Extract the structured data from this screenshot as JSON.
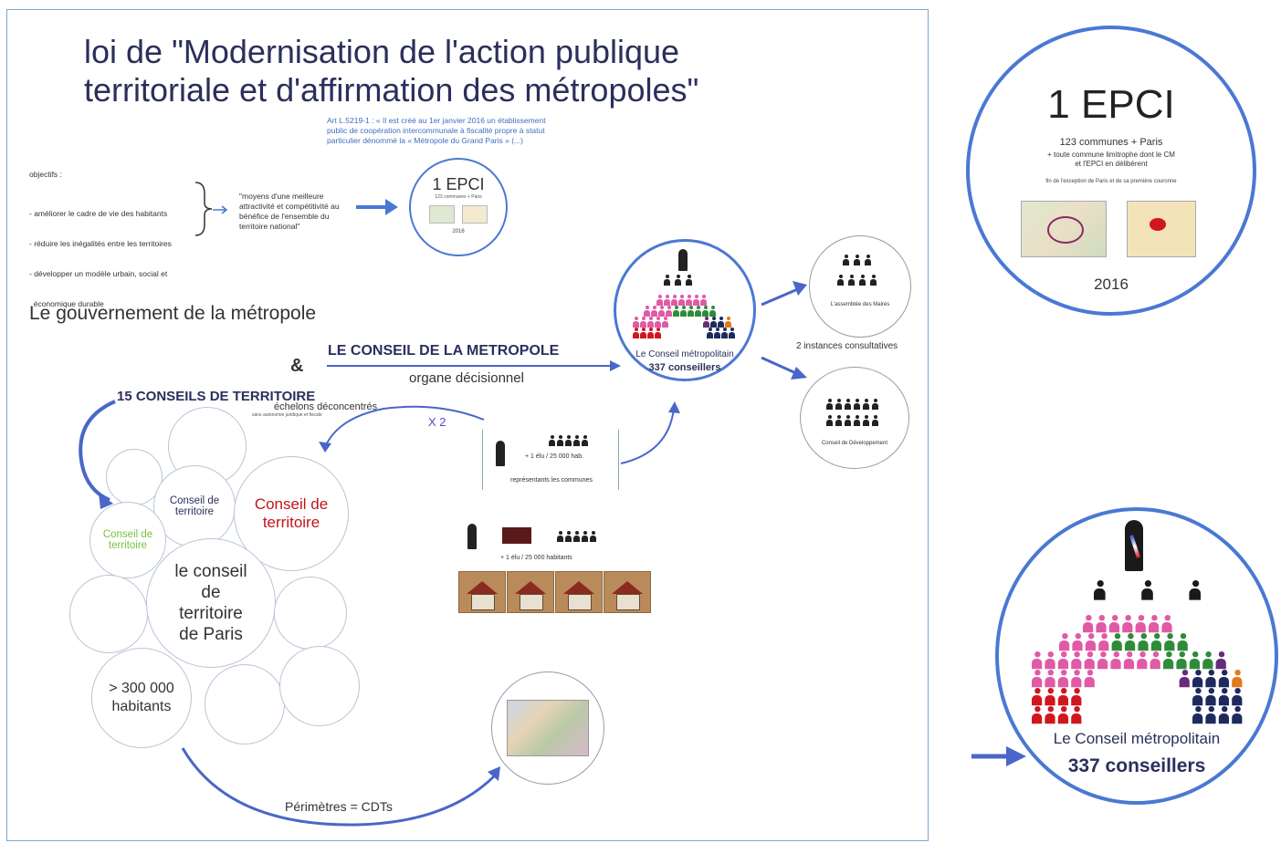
{
  "title_line1": "loi de \"Modernisation de l'action publique",
  "title_line2": "territoriale et d'affirmation des métropoles\"",
  "article": "Art L.5219-1 : « Il est créé au 1er janvier 2016 un établissement public de coopération intercommunale à fiscalité propre à statut particulier dénommé la « Métropole du Grand Paris » (...)",
  "objectifs": {
    "heading": "objectifs :",
    "items": [
      "- améliorer le cadre de vie des habitants",
      "- réduire les inégalités entre les territoires",
      "- développer un modèle urbain, social et",
      "  économique durable"
    ],
    "quote": "\"moyens d'une meilleure attractivité et compétitivité au bénéfice de l'ensemble du territoire national\""
  },
  "epci_small": {
    "title": "1 EPCI",
    "line1": "123 communes + Paris",
    "year": "2016"
  },
  "gouvernement": "Le gouvernement de la métropole",
  "ampersand": "&",
  "conseil_metropole": "LE CONSEIL DE LA METROPOLE",
  "organe": "organe décisionnel",
  "conseils_territoire": "15 CONSEILS DE TERRITOIRE",
  "echelons": "échelons déconcentrés",
  "echelons_sub": "sans autonomie juridique et fiscale",
  "x2": "X 2",
  "elu1": "+ 1 élu / 25 000 hab.",
  "representants": "représentants les communes",
  "elu2": "+ 1 élu / 25 000 habitants",
  "cm_label": "Le Conseil métropolitain",
  "cm_count": "337 conseillers",
  "instances": "2 instances consultatives",
  "assemblee": "L'assemblée des Maires",
  "conseil_dev": "Conseil de Développement",
  "bubbles": {
    "ct1": "Conseil de territoire",
    "ct2": "Conseil de territoire",
    "ct3": "Conseil de territoire",
    "paris": "le conseil de territoire de Paris",
    "hab": "> 300 000 habitants"
  },
  "perimetres": "Périmètres = CDTs",
  "epci_big": {
    "title": "1 EPCI",
    "line1": "123 communes + Paris",
    "line2": "+ toute commune limitrophe dont le CM",
    "line3": "et l'EPCI en délibèrent",
    "line4": "fin de l'exception de Paris et de sa première couronne",
    "year": "2016"
  },
  "colors": {
    "accent_blue": "#4a78d4",
    "title_navy": "#2b2f5b",
    "red_text": "#c0141c",
    "green_text": "#7ac143",
    "pink": "#e05aa6",
    "green": "#2e8b3a",
    "purple": "#6a2a7a",
    "navy": "#1e2a5e",
    "red": "#d0161e",
    "orange": "#e07a1e"
  }
}
